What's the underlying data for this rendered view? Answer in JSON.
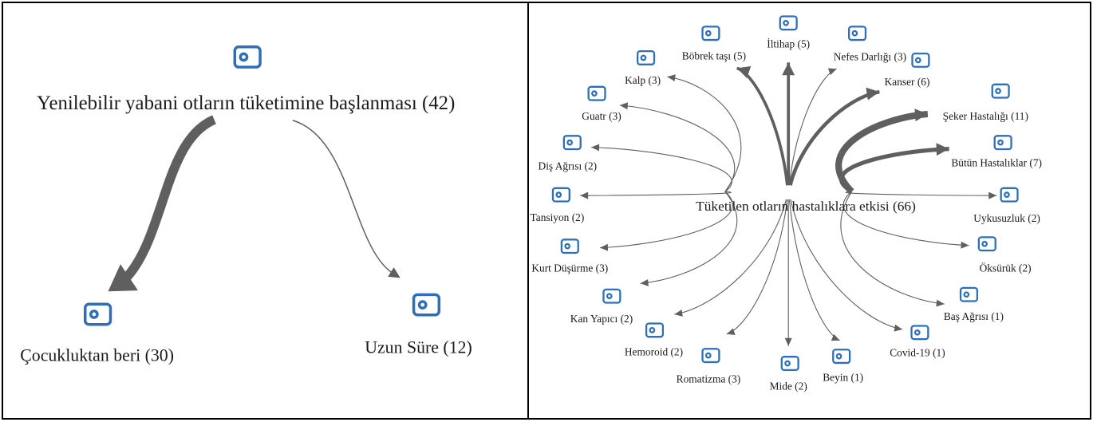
{
  "left_diagram": {
    "root": {
      "label": "Yenilebilir yabani otların tüketimine başlanması (42)",
      "icon": "code-icon"
    },
    "children": [
      {
        "label": "Çocukluktan beri (30)",
        "icon": "code-icon",
        "weight": 30
      },
      {
        "label": "Uzun Süre (12)",
        "icon": "code-icon",
        "weight": 12
      }
    ]
  },
  "right_diagram": {
    "root": {
      "label": "Tüketilen otların hastalıklara etkisi (66)"
    },
    "children": [
      {
        "label": "İltihap (5)",
        "weight": 5
      },
      {
        "label": "Nefes Darlığı (3)",
        "weight": 3
      },
      {
        "label": "Kanser (6)",
        "weight": 6
      },
      {
        "label": "Şeker Hastalığı (11)",
        "weight": 11
      },
      {
        "label": "Bütün Hastalıklar (7)",
        "weight": 7
      },
      {
        "label": "Uykusuzluk (2)",
        "weight": 2
      },
      {
        "label": "Öksürük (2)",
        "weight": 2
      },
      {
        "label": "Baş Ağrısı (1)",
        "weight": 1
      },
      {
        "label": "Covid-19 (1)",
        "weight": 1
      },
      {
        "label": "Beyin (1)",
        "weight": 1
      },
      {
        "label": "Mide (2)",
        "weight": 2
      },
      {
        "label": "Romatizma (3)",
        "weight": 3
      },
      {
        "label": "Hemoroid (2)",
        "weight": 2
      },
      {
        "label": "Kan Yapıcı (2)",
        "weight": 2
      },
      {
        "label": "Kurt Düşürme (3)",
        "weight": 3
      },
      {
        "label": "Tansiyon (2)",
        "weight": 2
      },
      {
        "label": "Diş Ağrısı (2)",
        "weight": 2
      },
      {
        "label": "Guatr (3)",
        "weight": 3
      },
      {
        "label": "Kalp (3)",
        "weight": 3
      },
      {
        "label": "Böbrek taşı (5)",
        "weight": 5
      }
    ]
  },
  "colors": {
    "icon": "#2e6fb8",
    "edge": "#5f5f5f",
    "border": "#000000",
    "text": "#1a1a1a"
  }
}
